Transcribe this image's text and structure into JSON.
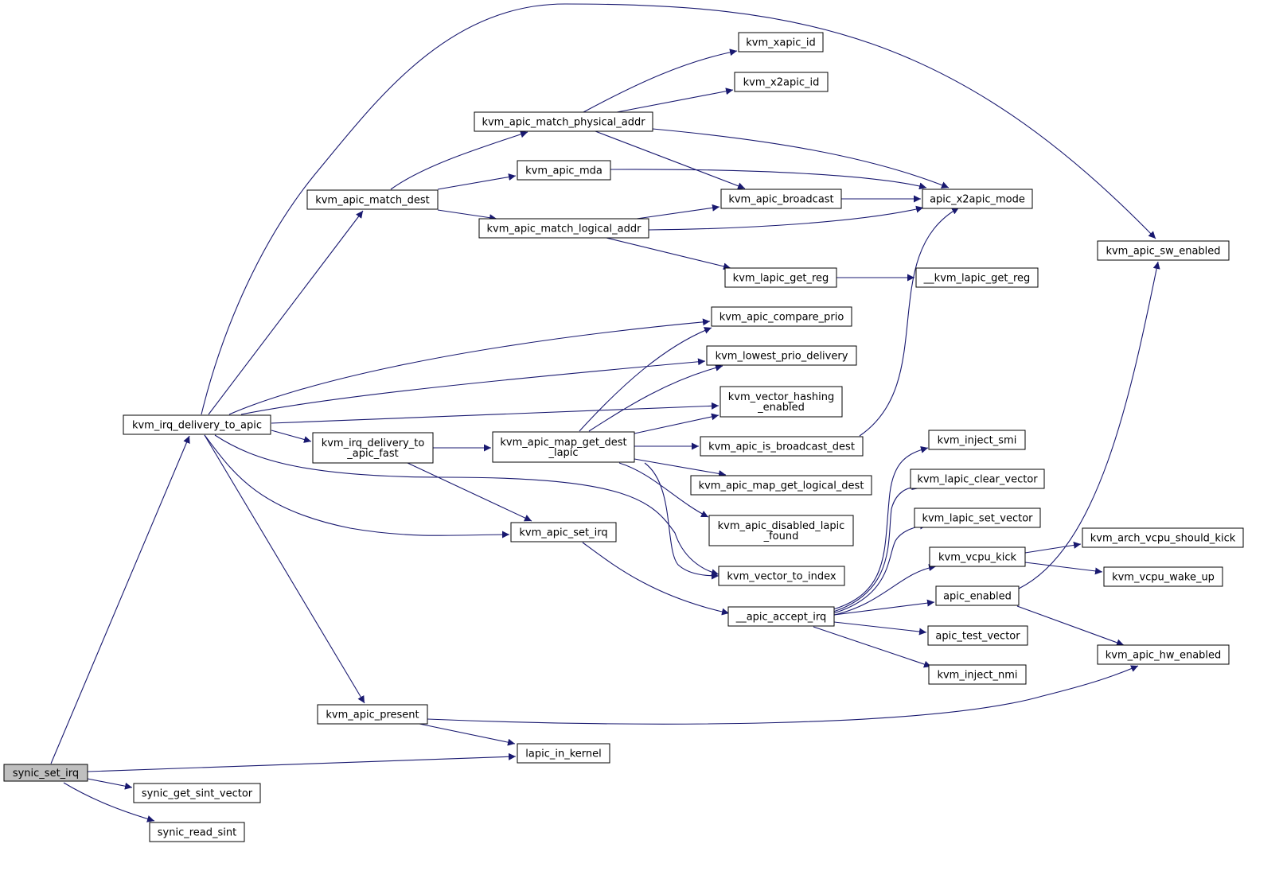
{
  "colors": {
    "edge": "#191970",
    "node_border": "#000000",
    "node_fill": "#ffffff",
    "root_fill": "#bfbfbf"
  },
  "nodes": {
    "synic_set_irq": [
      "synic_set_irq"
    ],
    "kvm_irq_delivery_to_apic": [
      "kvm_irq_delivery_to_apic"
    ],
    "kvm_irq_delivery_to_apic_fast": [
      "kvm_irq_delivery_to",
      "_apic_fast"
    ],
    "kvm_apic_present": [
      "kvm_apic_present"
    ],
    "lapic_in_kernel": [
      "lapic_in_kernel"
    ],
    "synic_get_sint_vector": [
      "synic_get_sint_vector"
    ],
    "synic_read_sint": [
      "synic_read_sint"
    ],
    "kvm_apic_match_dest": [
      "kvm_apic_match_dest"
    ],
    "kvm_apic_match_physical_addr": [
      "kvm_apic_match_physical_addr"
    ],
    "kvm_apic_mda": [
      "kvm_apic_mda"
    ],
    "kvm_apic_match_logical_addr": [
      "kvm_apic_match_logical_addr"
    ],
    "kvm_xapic_id": [
      "kvm_xapic_id"
    ],
    "kvm_x2apic_id": [
      "kvm_x2apic_id"
    ],
    "kvm_apic_broadcast": [
      "kvm_apic_broadcast"
    ],
    "apic_x2apic_mode": [
      "apic_x2apic_mode"
    ],
    "kvm_lapic_get_reg": [
      "kvm_lapic_get_reg"
    ],
    "__kvm_lapic_get_reg": [
      "__kvm_lapic_get_reg"
    ],
    "kvm_apic_sw_enabled": [
      "kvm_apic_sw_enabled"
    ],
    "kvm_apic_compare_prio": [
      "kvm_apic_compare_prio"
    ],
    "kvm_lowest_prio_delivery": [
      "kvm_lowest_prio_delivery"
    ],
    "kvm_vector_hashing_enabled": [
      "kvm_vector_hashing",
      "_enabled"
    ],
    "kvm_apic_map_get_dest_lapic": [
      "kvm_apic_map_get_dest",
      "_lapic"
    ],
    "kvm_apic_is_broadcast_dest": [
      "kvm_apic_is_broadcast_dest"
    ],
    "kvm_apic_map_get_logical_dest": [
      "kvm_apic_map_get_logical_dest"
    ],
    "kvm_apic_disabled_lapic_found": [
      "kvm_apic_disabled_lapic",
      "_found"
    ],
    "kvm_apic_set_irq": [
      "kvm_apic_set_irq"
    ],
    "kvm_vector_to_index": [
      "kvm_vector_to_index"
    ],
    "__apic_accept_irq": [
      "__apic_accept_irq"
    ],
    "kvm_inject_smi": [
      "kvm_inject_smi"
    ],
    "kvm_lapic_clear_vector": [
      "kvm_lapic_clear_vector"
    ],
    "kvm_lapic_set_vector": [
      "kvm_lapic_set_vector"
    ],
    "kvm_vcpu_kick": [
      "kvm_vcpu_kick"
    ],
    "apic_enabled": [
      "apic_enabled"
    ],
    "apic_test_vector": [
      "apic_test_vector"
    ],
    "kvm_inject_nmi": [
      "kvm_inject_nmi"
    ],
    "kvm_arch_vcpu_should_kick": [
      "kvm_arch_vcpu_should_kick"
    ],
    "kvm_vcpu_wake_up": [
      "kvm_vcpu_wake_up"
    ],
    "kvm_apic_hw_enabled": [
      "kvm_apic_hw_enabled"
    ]
  },
  "edges": [
    [
      "synic_set_irq",
      "kvm_irq_delivery_to_apic"
    ],
    [
      "synic_set_irq",
      "lapic_in_kernel"
    ],
    [
      "synic_set_irq",
      "synic_get_sint_vector"
    ],
    [
      "synic_set_irq",
      "synic_read_sint"
    ],
    [
      "kvm_irq_delivery_to_apic",
      "kvm_apic_sw_enabled"
    ],
    [
      "kvm_irq_delivery_to_apic",
      "kvm_apic_match_dest"
    ],
    [
      "kvm_irq_delivery_to_apic",
      "kvm_apic_compare_prio"
    ],
    [
      "kvm_irq_delivery_to_apic",
      "kvm_lowest_prio_delivery"
    ],
    [
      "kvm_irq_delivery_to_apic",
      "kvm_vector_hashing_enabled"
    ],
    [
      "kvm_irq_delivery_to_apic",
      "kvm_irq_delivery_to_apic_fast"
    ],
    [
      "kvm_irq_delivery_to_apic",
      "kvm_apic_set_irq"
    ],
    [
      "kvm_irq_delivery_to_apic",
      "kvm_vector_to_index"
    ],
    [
      "kvm_irq_delivery_to_apic",
      "kvm_apic_present"
    ],
    [
      "kvm_apic_match_dest",
      "kvm_apic_match_physical_addr"
    ],
    [
      "kvm_apic_match_dest",
      "kvm_apic_mda"
    ],
    [
      "kvm_apic_match_dest",
      "kvm_apic_match_logical_addr"
    ],
    [
      "kvm_apic_match_physical_addr",
      "kvm_xapic_id"
    ],
    [
      "kvm_apic_match_physical_addr",
      "kvm_x2apic_id"
    ],
    [
      "kvm_apic_match_physical_addr",
      "kvm_apic_broadcast"
    ],
    [
      "kvm_apic_match_physical_addr",
      "apic_x2apic_mode"
    ],
    [
      "kvm_apic_mda",
      "apic_x2apic_mode"
    ],
    [
      "kvm_apic_match_logical_addr",
      "kvm_apic_broadcast"
    ],
    [
      "kvm_apic_match_logical_addr",
      "apic_x2apic_mode"
    ],
    [
      "kvm_apic_match_logical_addr",
      "kvm_lapic_get_reg"
    ],
    [
      "kvm_apic_broadcast",
      "apic_x2apic_mode"
    ],
    [
      "kvm_lapic_get_reg",
      "__kvm_lapic_get_reg"
    ],
    [
      "kvm_irq_delivery_to_apic_fast",
      "kvm_apic_map_get_dest_lapic"
    ],
    [
      "kvm_irq_delivery_to_apic_fast",
      "kvm_apic_set_irq"
    ],
    [
      "kvm_apic_map_get_dest_lapic",
      "kvm_apic_compare_prio"
    ],
    [
      "kvm_apic_map_get_dest_lapic",
      "kvm_lowest_prio_delivery"
    ],
    [
      "kvm_apic_map_get_dest_lapic",
      "kvm_vector_hashing_enabled"
    ],
    [
      "kvm_apic_map_get_dest_lapic",
      "kvm_apic_is_broadcast_dest"
    ],
    [
      "kvm_apic_map_get_dest_lapic",
      "kvm_apic_map_get_logical_dest"
    ],
    [
      "kvm_apic_map_get_dest_lapic",
      "kvm_apic_disabled_lapic_found"
    ],
    [
      "kvm_apic_map_get_dest_lapic",
      "kvm_vector_to_index"
    ],
    [
      "kvm_apic_is_broadcast_dest",
      "apic_x2apic_mode"
    ],
    [
      "kvm_apic_set_irq",
      "__apic_accept_irq"
    ],
    [
      "__apic_accept_irq",
      "kvm_inject_smi"
    ],
    [
      "__apic_accept_irq",
      "kvm_lapic_clear_vector"
    ],
    [
      "__apic_accept_irq",
      "kvm_lapic_set_vector"
    ],
    [
      "__apic_accept_irq",
      "kvm_vcpu_kick"
    ],
    [
      "__apic_accept_irq",
      "apic_enabled"
    ],
    [
      "__apic_accept_irq",
      "apic_test_vector"
    ],
    [
      "__apic_accept_irq",
      "kvm_inject_nmi"
    ],
    [
      "kvm_vcpu_kick",
      "kvm_arch_vcpu_should_kick"
    ],
    [
      "kvm_vcpu_kick",
      "kvm_vcpu_wake_up"
    ],
    [
      "apic_enabled",
      "kvm_apic_sw_enabled"
    ],
    [
      "apic_enabled",
      "kvm_apic_hw_enabled"
    ],
    [
      "kvm_apic_present",
      "kvm_apic_hw_enabled"
    ],
    [
      "kvm_apic_present",
      "lapic_in_kernel"
    ]
  ]
}
